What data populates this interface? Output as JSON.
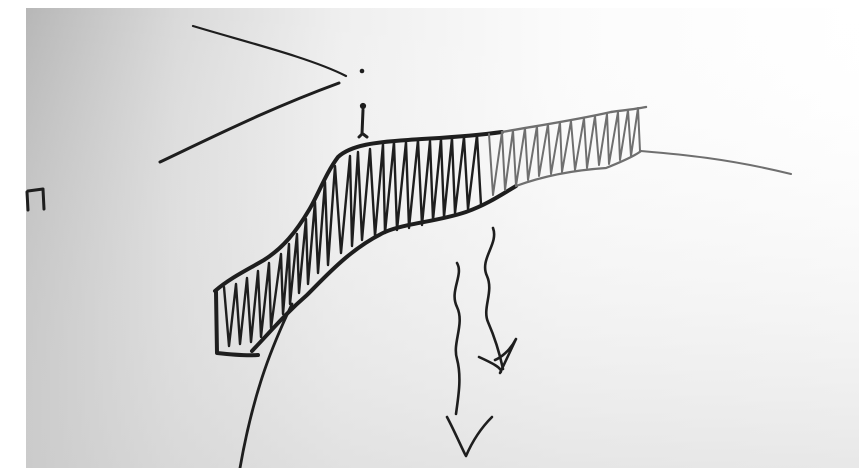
{
  "paper": {
    "colors": {
      "ink": "#1e1e1e",
      "ink_light": "#6f6f6f",
      "shadow": "#a9a9a9",
      "paper": "#f5f5f5"
    }
  },
  "sketch": {
    "elements": [
      "light-rays",
      "figure",
      "cliff-bridge",
      "rock-face",
      "falling-arrows"
    ]
  }
}
